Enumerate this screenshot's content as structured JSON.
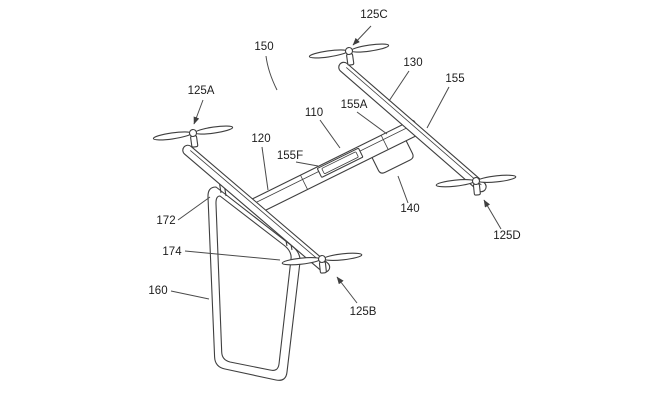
{
  "figure": {
    "kind": "patent-line-drawing",
    "subject": "quadcopter aerial vehicle carrying a hanging panel",
    "background": "#ffffff",
    "line_color": "#3f3f3f",
    "text_color": "#1c1c1c",
    "labels": {
      "110": "110",
      "120": "120",
      "125A": "125A",
      "125B": "125B",
      "125C": "125C",
      "125D": "125D",
      "130": "130",
      "140": "140",
      "150": "150",
      "155": "155",
      "155A": "155A",
      "155F": "155F",
      "160": "160",
      "172": "172",
      "174": "174"
    }
  }
}
